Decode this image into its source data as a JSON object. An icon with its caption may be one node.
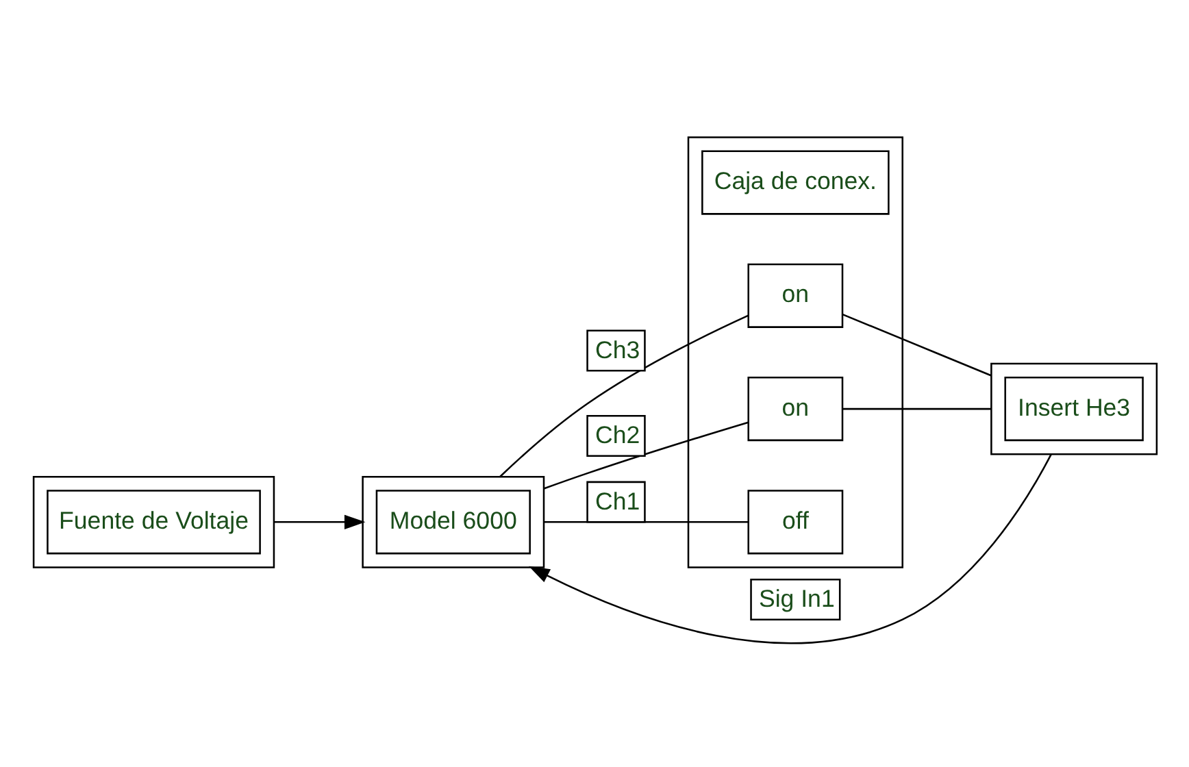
{
  "diagram": {
    "nodes": [
      {
        "text": [],
        "shape": "box"
      },
      {
        "text": [
          "Model 6000"
        ],
        "in": 0
      },
      {
        "text": [],
        "shape": "box"
      },
      {
        "text": [
          "Caja de conex."
        ],
        "in": 2
      },
      {
        "text": [
          "on"
        ],
        "in": 2
      },
      {
        "text": [
          "on"
        ],
        "in": 2
      },
      {
        "text": [
          "off"
        ],
        "in": 2
      },
      {
        "text": [],
        "shape": "box"
      },
      {
        "text": [
          "Insert He3"
        ],
        "in": 7
      },
      {
        "text": [],
        "shape": "box"
      },
      {
        "text": [
          "Fuente de Voltaje"
        ],
        "in": 9
      }
    ],
    "edges": [
      {
        "from": 0,
        "to": 4,
        "arrow": "none",
        "label": "Ch3"
      },
      {
        "from": 0,
        "to": 5,
        "arrow": "none",
        "label": "Ch2"
      },
      {
        "from": 0,
        "to": 6,
        "arrow": "none",
        "label": "Ch1"
      },
      {
        "from": 4,
        "to": 7,
        "arrow": "none"
      },
      {
        "from": 5,
        "to": 7,
        "arrow": "none"
      },
      {
        "from": 7,
        "to": 0,
        "arrow": "to",
        "label": "Sig In1"
      },
      {
        "from": 9,
        "to": 0,
        "arrow": "to"
      }
    ]
  }
}
